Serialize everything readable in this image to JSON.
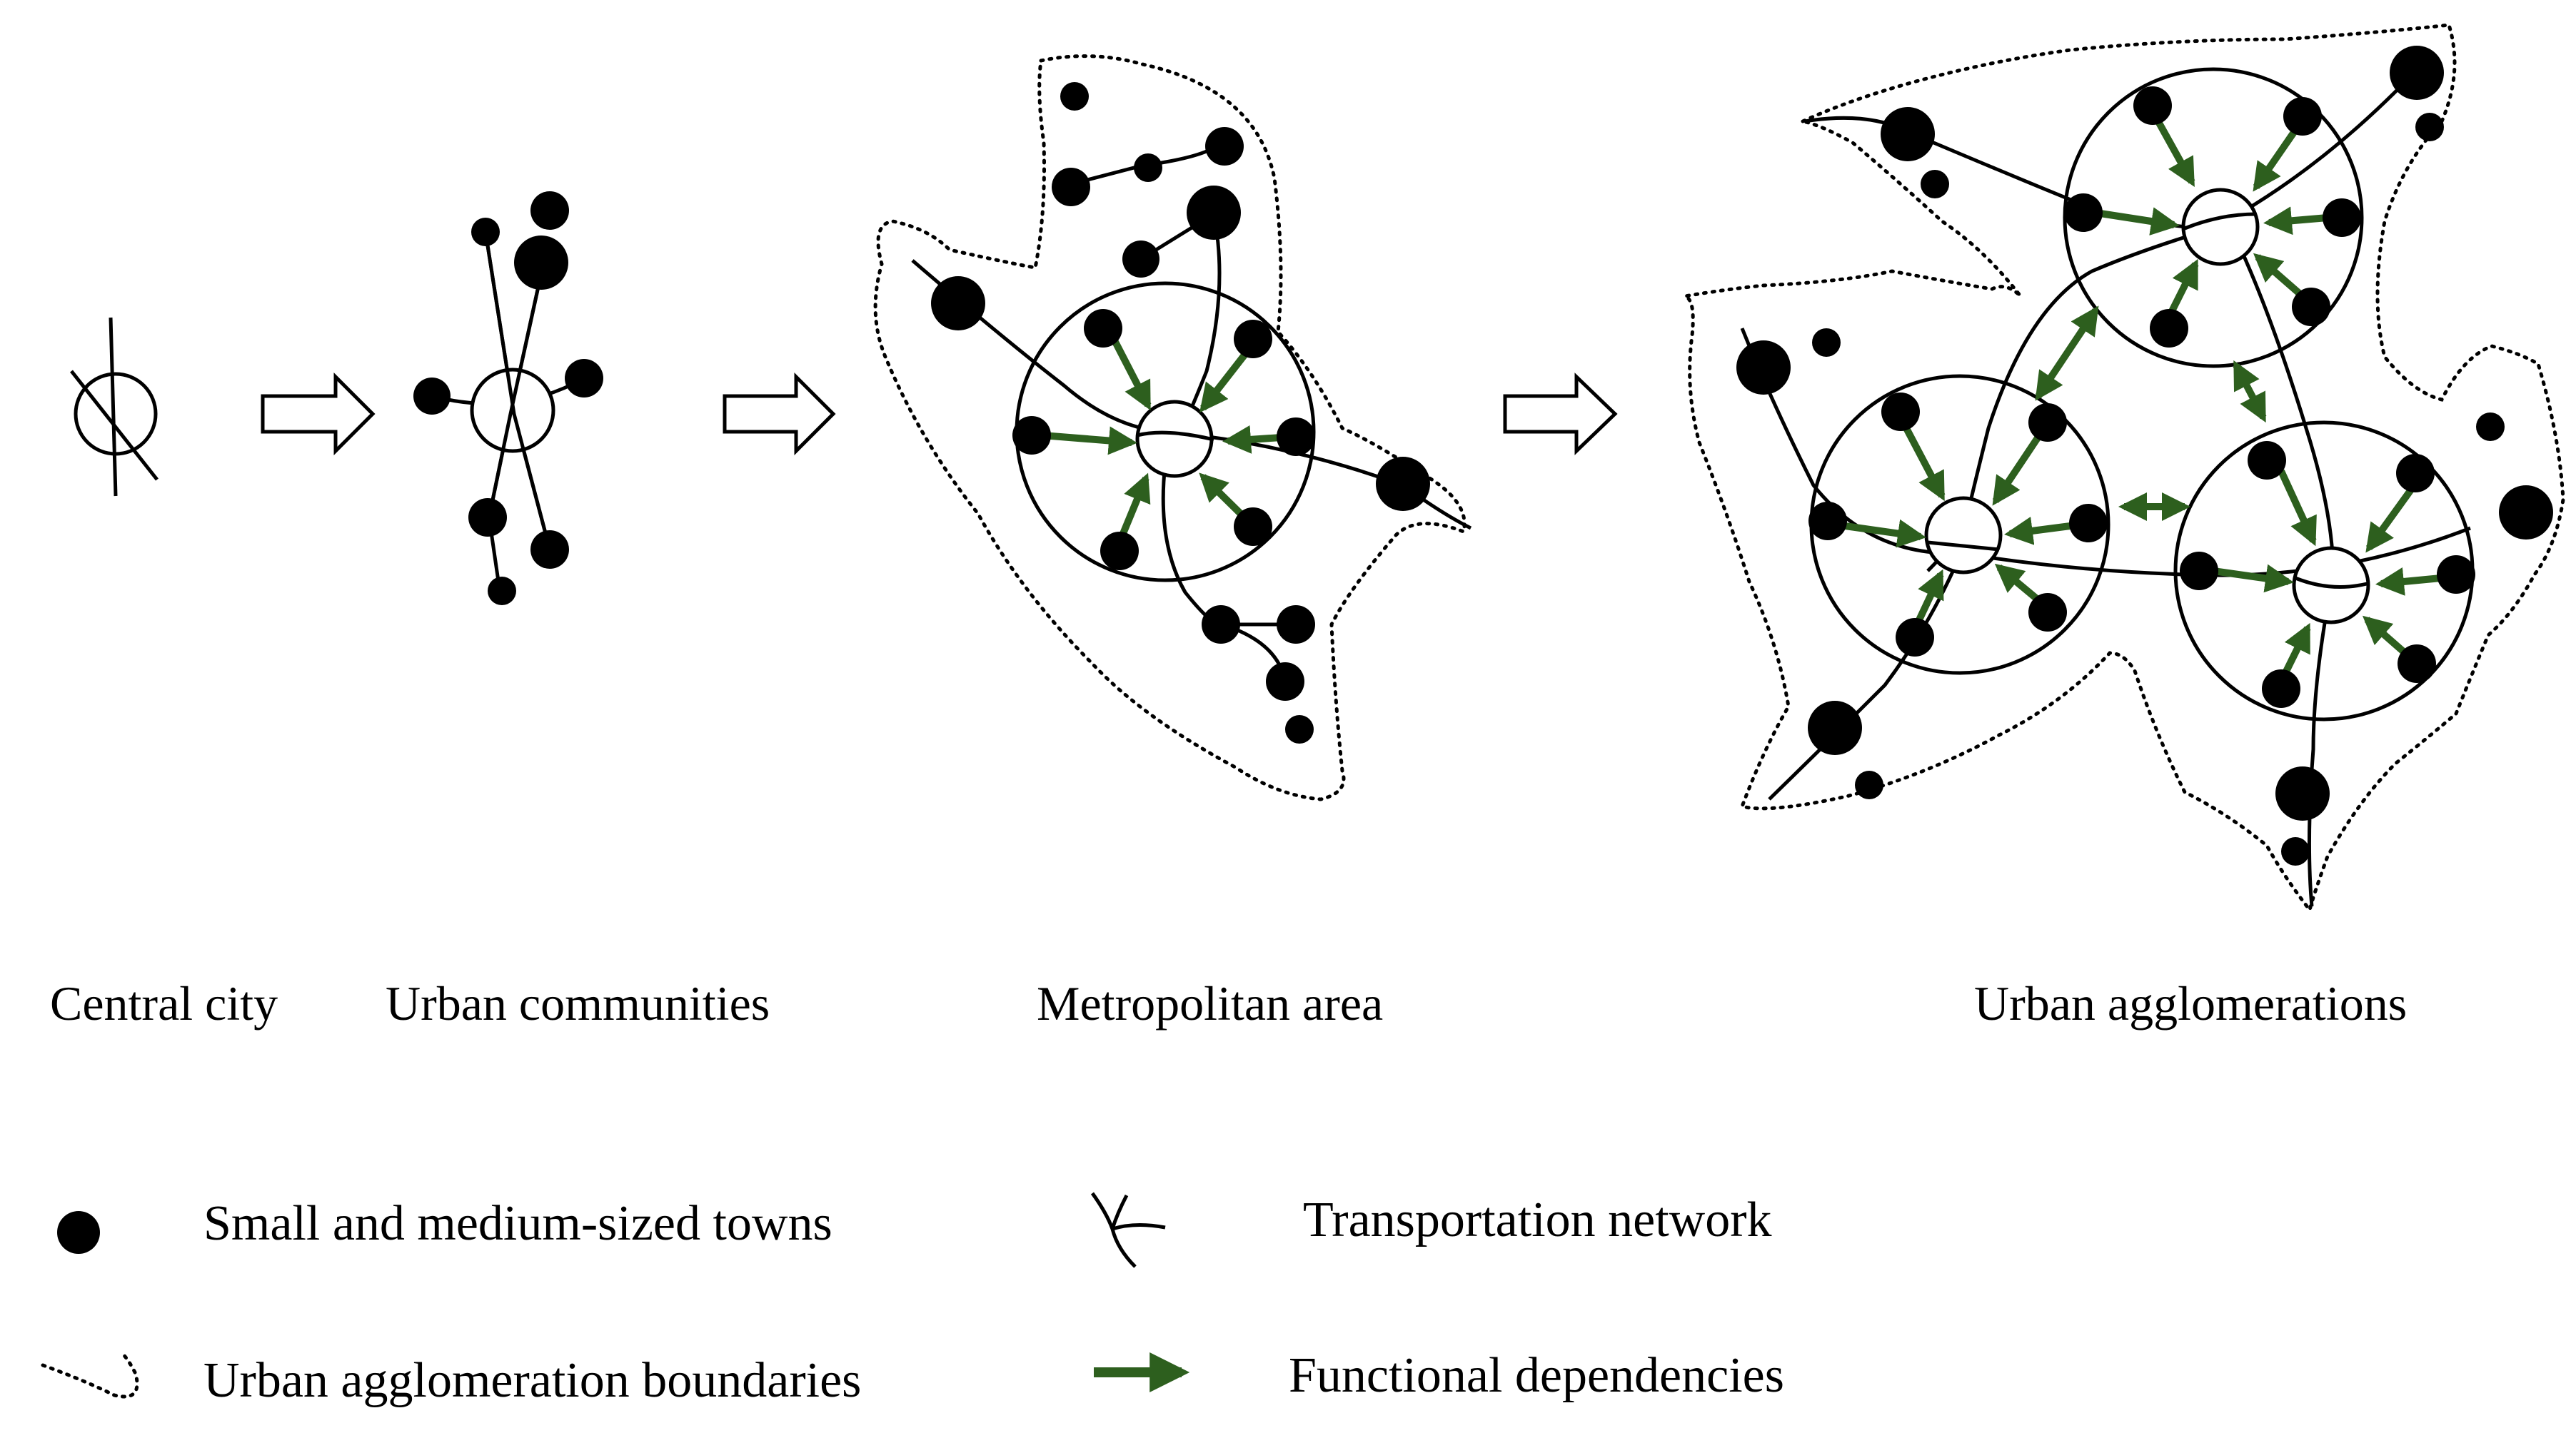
{
  "stages": [
    {
      "id": "central",
      "label": "Central city"
    },
    {
      "id": "communities",
      "label": "Urban communities"
    },
    {
      "id": "metropolitan",
      "label": "Metropolitan area"
    },
    {
      "id": "agglomerations",
      "label": "Urban agglomerations"
    }
  ],
  "legend": {
    "towns": "Small and medium-sized towns",
    "transport": "Transportation network",
    "boundaries": "Urban agglomeration boundaries",
    "dependencies": "Functional dependencies"
  },
  "colors": {
    "ink": "#000000",
    "dependency_arrow": "#2d5f1e",
    "background": "#ffffff"
  },
  "icons": {
    "progression_arrow": "hollow-right-arrow",
    "town": "filled-circle",
    "transport": "branching-line",
    "boundary": "dotted-curve",
    "dependency": "green-arrow"
  }
}
